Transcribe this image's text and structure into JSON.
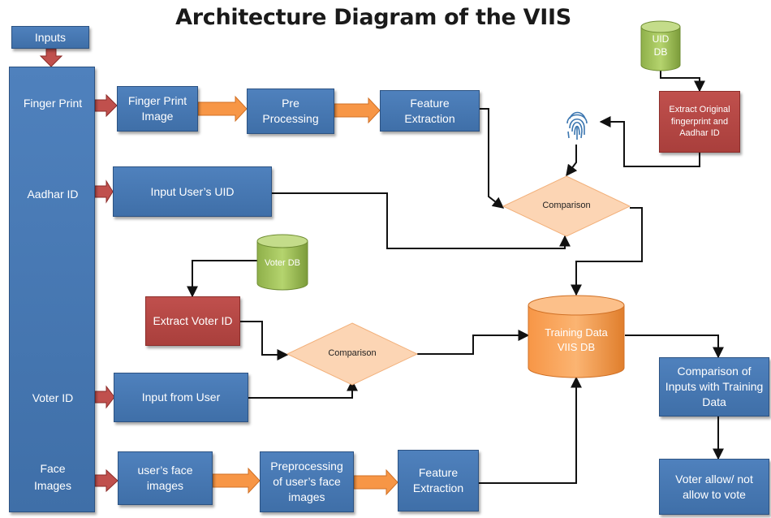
{
  "title": "Architecture Diagram of the VIIS",
  "inputs_label": "Inputs",
  "side": {
    "finger_print": "Finger Print",
    "aadhar_id": "Aadhar ID",
    "voter_id": "Voter ID",
    "face_line1": "Face",
    "face_line2": "Images"
  },
  "fingerprint_flow": {
    "image_line1": "Finger Print",
    "image_line2": "Image",
    "pre_line1": "Pre",
    "pre_line2": "Processing",
    "feat_line1": "Feature",
    "feat_line2": "Extraction"
  },
  "uid_db": {
    "line1": "UID",
    "line2": "DB"
  },
  "extract_original": {
    "line1": "Extract Original",
    "line2": "fingerprint and",
    "line3": "Aadhar ID"
  },
  "comparison_top": "Comparison",
  "input_uid": "Input User’s UID",
  "voter_db": "Voter DB",
  "extract_voter": "Extract Voter ID",
  "comparison_mid": "Comparison",
  "training_db": {
    "line1": "Training Data",
    "line2": "VIIS DB"
  },
  "input_from_user": "Input from User",
  "face_flow": {
    "img_line1": "user’s face",
    "img_line2": "images",
    "pre_line1": "Preprocessing",
    "pre_line2": "of  user’s face",
    "pre_line3": "images",
    "feat_line1": "Feature",
    "feat_line2": "Extraction"
  },
  "comparison_inputs": {
    "line1": "Comparison of",
    "line2": "Inputs with Training",
    "line3": "Data"
  },
  "voter_allow": {
    "line1": "Voter allow/ not",
    "line2": "allow  to vote"
  },
  "icons": {
    "fingerprint": "fingerprint-icon"
  },
  "colors": {
    "blue": "#4f81bd",
    "red": "#c0504d",
    "green": "#9bbb59",
    "orange": "#f79646",
    "diamond": "#fcd5b4",
    "arrow_red": "#c0504d",
    "arrow_orange": "#f79646"
  }
}
